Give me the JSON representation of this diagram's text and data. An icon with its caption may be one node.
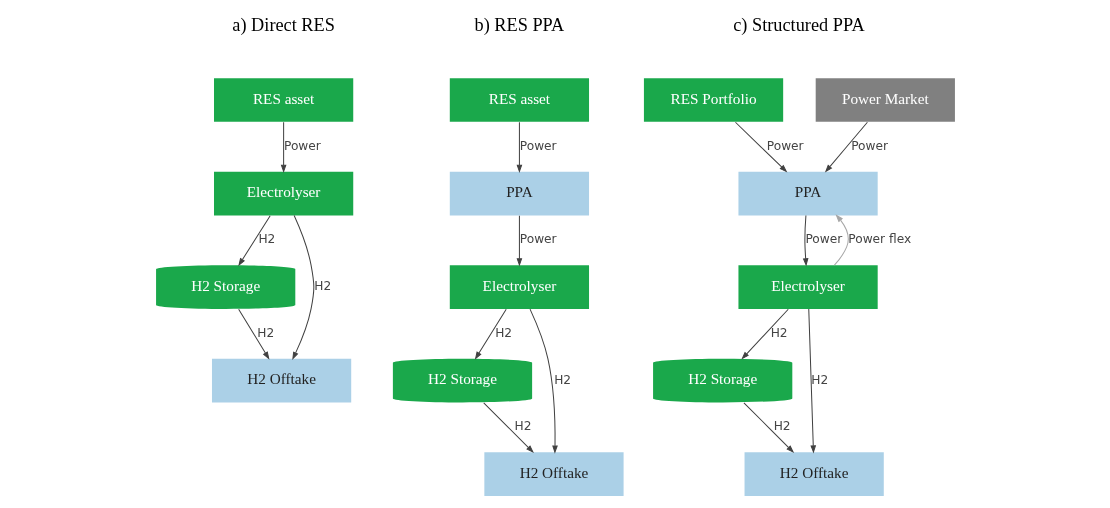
{
  "diagram": {
    "nodes": [
      {
        "text": [
          "RES asset"
        ]
      },
      {
        "text": [
          "Electrolyser"
        ]
      },
      {
        "text": [
          "H2 Storage"
        ]
      },
      {
        "text": [
          "H2 Offtake"
        ]
      },
      {
        "text": [
          "RES asset"
        ]
      },
      {
        "text": [
          "PPA"
        ]
      },
      {
        "text": [
          "Electrolyser"
        ]
      },
      {
        "text": [
          "H2 Storage"
        ]
      },
      {
        "text": [
          "H2 Offtake"
        ]
      },
      {
        "text": [
          "RES Portfolio"
        ]
      },
      {
        "text": [
          "Power Market"
        ]
      },
      {
        "text": [
          "PPA"
        ]
      },
      {
        "text": [
          "Electrolyser"
        ]
      },
      {
        "text": [
          "H2 Storage"
        ]
      },
      {
        "text": [
          "H2 Offtake"
        ]
      }
    ],
    "edges": [
      {
        "from": 0,
        "to": 1,
        "arrow": "to",
        "label": "Power"
      },
      {
        "from": 1,
        "to": 2,
        "arrow": "to",
        "label": "H2"
      },
      {
        "from": 1,
        "to": 3,
        "arrow": "to",
        "label": "H2"
      },
      {
        "from": 2,
        "to": 3,
        "arrow": "to",
        "label": "H2"
      },
      {
        "from": 4,
        "to": 5,
        "arrow": "to",
        "label": "Power"
      },
      {
        "from": 5,
        "to": 6,
        "arrow": "to",
        "label": "Power"
      },
      {
        "from": 6,
        "to": 7,
        "arrow": "to",
        "label": "H2"
      },
      {
        "from": 6,
        "to": 8,
        "arrow": "to",
        "label": "H2"
      },
      {
        "from": 7,
        "to": 8,
        "arrow": "to",
        "label": "H2"
      },
      {
        "from": 9,
        "to": 11,
        "arrow": "to",
        "label": "Power"
      },
      {
        "from": 10,
        "to": 11,
        "arrow": "to",
        "label": "Power"
      },
      {
        "from": 11,
        "to": 12,
        "arrow": "to",
        "label": "Power"
      },
      {
        "from": 12,
        "to": 11,
        "arrow": "to",
        "label": "Power flex",
        "color": "#a6a6a6"
      },
      {
        "from": 12,
        "to": 13,
        "arrow": "to",
        "label": "H2"
      },
      {
        "from": 12,
        "to": 14,
        "arrow": "to",
        "label": "H2"
      },
      {
        "from": 13,
        "to": 14,
        "arrow": "to",
        "label": "H2"
      }
    ],
    "labels": [
      "a) Direct RES",
      "b) RES PPA",
      "c) Structured PPA"
    ]
  }
}
